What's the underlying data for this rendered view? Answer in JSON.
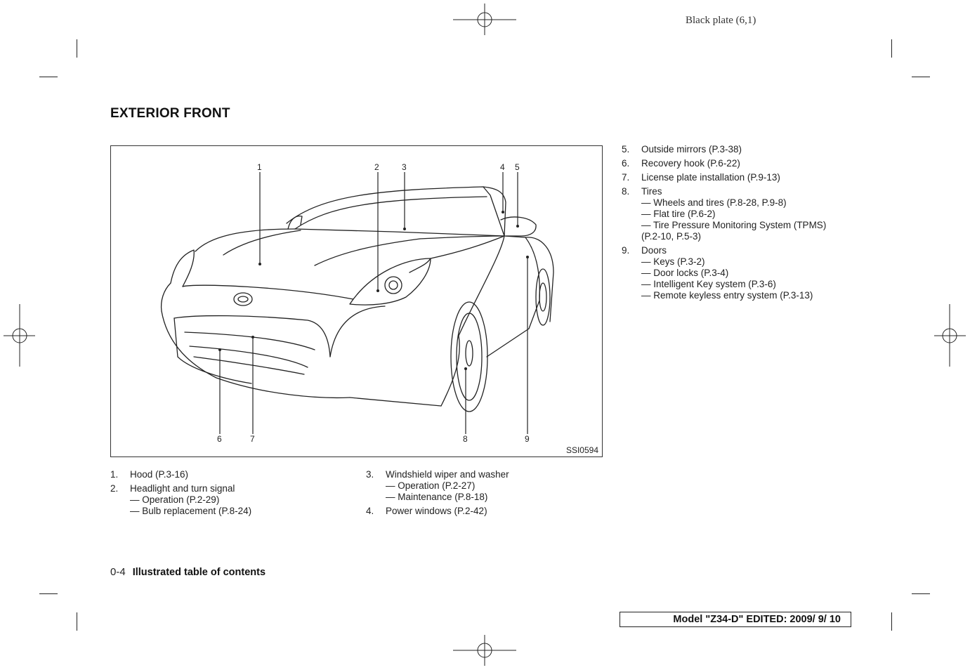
{
  "header": {
    "plate": "Black plate (6,1)"
  },
  "section_title": "EXTERIOR FRONT",
  "figure": {
    "code": "SSI0594",
    "callouts": [
      "1",
      "2",
      "3",
      "4",
      "5",
      "6",
      "7",
      "8",
      "9"
    ]
  },
  "list_left_1": [
    {
      "num": "1.",
      "text": "Hood (P.3-16)",
      "subs": []
    },
    {
      "num": "2.",
      "text": "Headlight and turn signal",
      "subs": [
        "— Operation (P.2-29)",
        "— Bulb replacement (P.8-24)"
      ]
    }
  ],
  "list_left_2": [
    {
      "num": "3.",
      "text": "Windshield wiper and washer",
      "subs": [
        "— Operation (P.2-27)",
        "— Maintenance (P.8-18)"
      ]
    },
    {
      "num": "4.",
      "text": "Power windows (P.2-42)",
      "subs": []
    }
  ],
  "list_right": [
    {
      "num": "5.",
      "text": "Outside mirrors (P.3-38)",
      "subs": []
    },
    {
      "num": "6.",
      "text": "Recovery hook (P.6-22)",
      "subs": []
    },
    {
      "num": "7.",
      "text": "License plate installation (P.9-13)",
      "subs": []
    },
    {
      "num": "8.",
      "text": "Tires",
      "subs": [
        "— Wheels and tires (P.8-28, P.9-8)",
        "— Flat tire (P.6-2)",
        "— Tire Pressure Monitoring System (TPMS)",
        "(P.2-10, P.5-3)"
      ]
    },
    {
      "num": "9.",
      "text": "Doors",
      "subs": [
        "— Keys (P.3-2)",
        "— Door locks (P.3-4)",
        "— Intelligent Key system (P.3-6)",
        "— Remote keyless entry system (P.3-13)"
      ]
    }
  ],
  "footer": {
    "page_number": "0-4",
    "section": "Illustrated table of contents",
    "model_text": "Model \"Z34-D\"  EDITED:  2009/ 9/ 10"
  }
}
